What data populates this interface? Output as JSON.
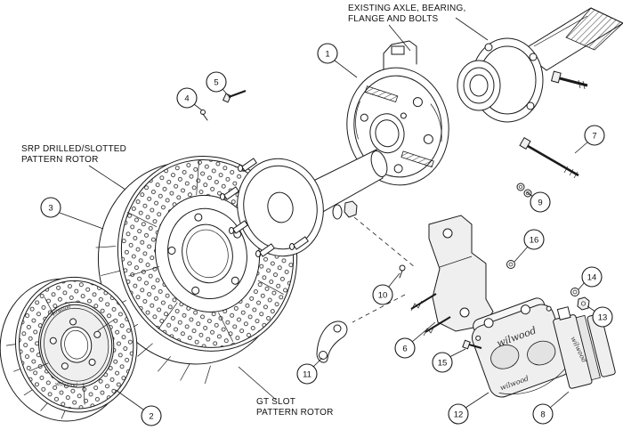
{
  "diagram": {
    "labels": {
      "axle_line1": "EXISTING AXLE, BEARING,",
      "axle_line2": "FLANGE AND BOLTS",
      "srp_line1": "SRP DRILLED/SLOTTED",
      "srp_line2": "PATTERN ROTOR",
      "gt_line1": "GT SLOT",
      "gt_line2": "PATTERN ROTOR"
    },
    "brand": "wilwood",
    "callouts": [
      "1",
      "2",
      "3",
      "4",
      "5",
      "6",
      "7",
      "8",
      "9",
      "10",
      "11",
      "12",
      "13",
      "14",
      "15",
      "16"
    ],
    "colors": {
      "line": "#1a1a1a",
      "shade": "#efefef",
      "background": "#ffffff"
    }
  }
}
